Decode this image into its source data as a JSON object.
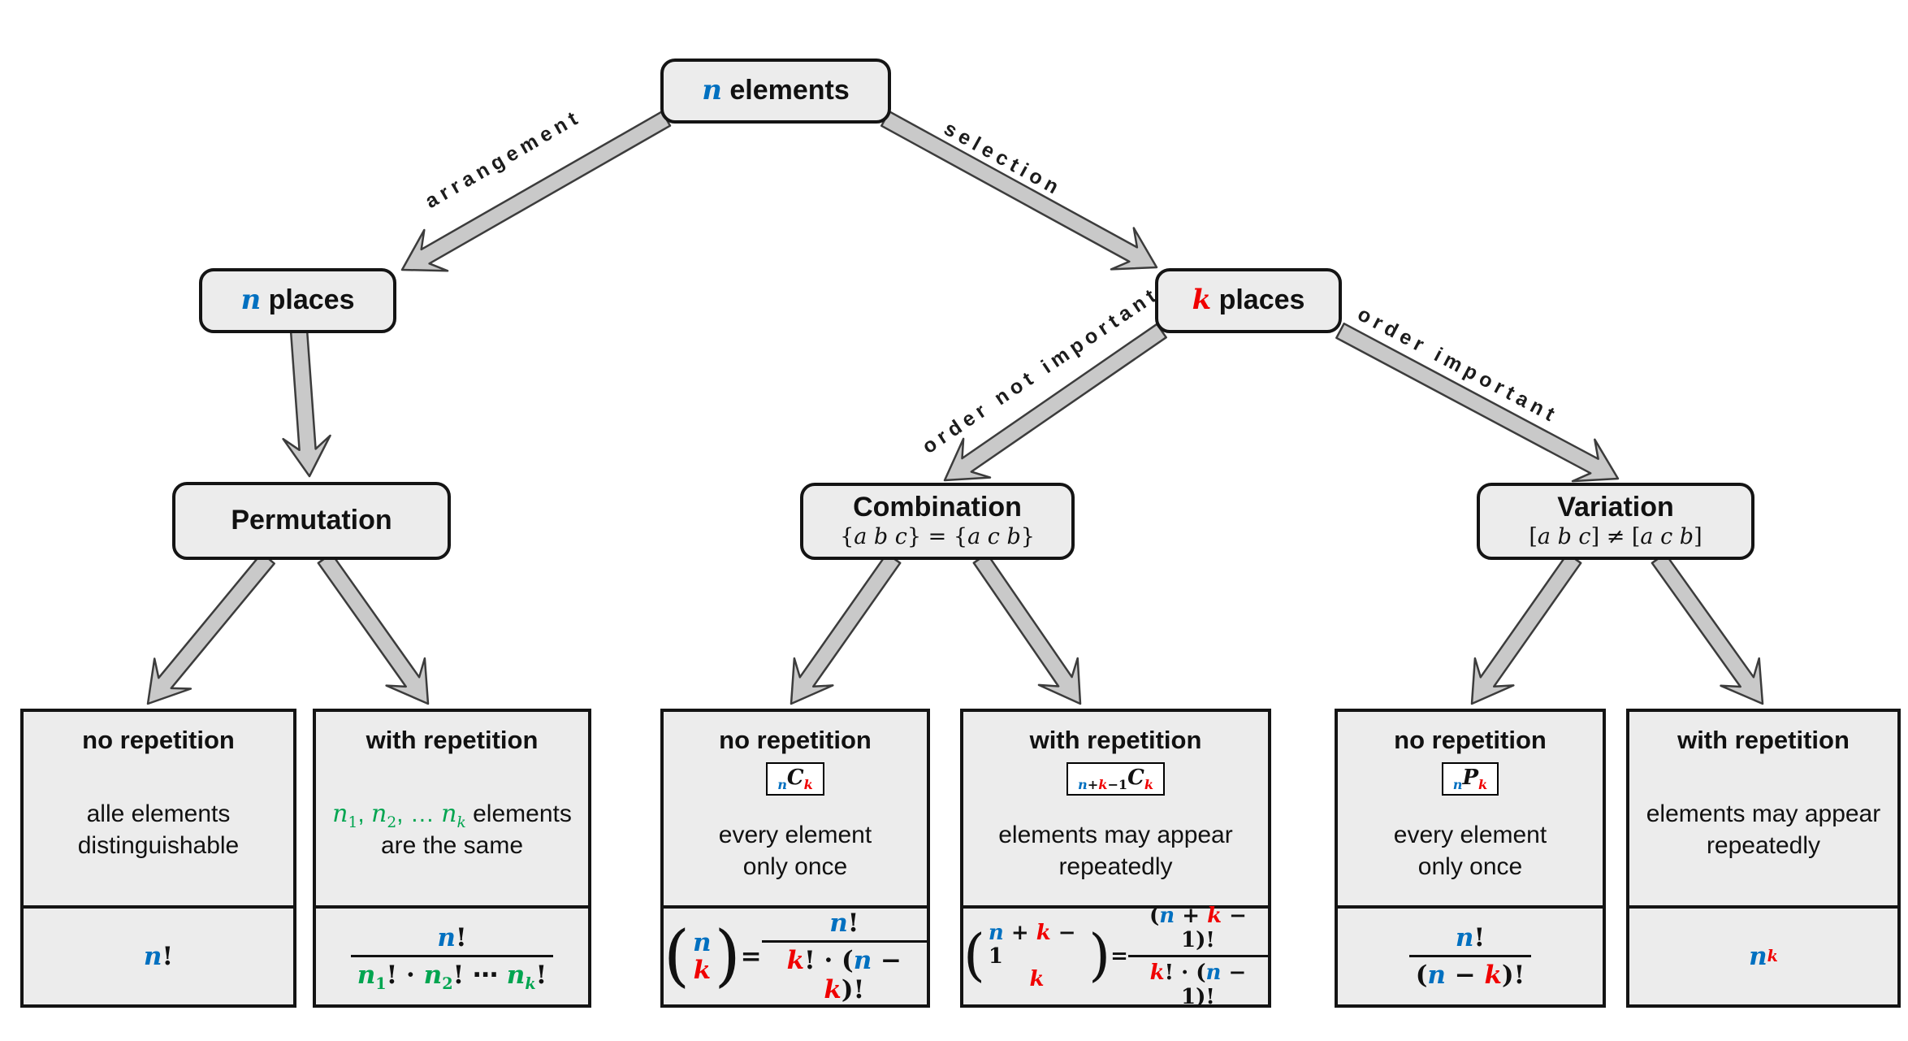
{
  "colors": {
    "n_blue": "#0070C0",
    "k_red": "#F00000",
    "group_green": "#00A550",
    "box_fill": "#ECECEC",
    "arrow_fill": "#C9C9C9",
    "border": "#141414"
  },
  "nodes": {
    "root": {
      "math": [
        {
          "t": "n",
          "c": "n",
          "v": true
        },
        {
          "t": " elements",
          "p": true
        }
      ]
    },
    "n_places": {
      "math": [
        {
          "t": "n",
          "c": "n",
          "v": true
        },
        {
          "t": " places",
          "p": true
        }
      ]
    },
    "k_places": {
      "math": [
        {
          "t": "k",
          "c": "k",
          "v": true
        },
        {
          "t": " places",
          "p": true
        }
      ]
    },
    "permutation": {
      "title": "Permutation"
    },
    "combination": {
      "title": "Combination",
      "subtitle_math": [
        {
          "t": "{"
        },
        {
          "t": "a b c",
          "v": true
        },
        {
          "t": "} = {"
        },
        {
          "t": "a c b",
          "v": true
        },
        {
          "t": "}"
        }
      ]
    },
    "variation": {
      "title": "Variation",
      "subtitle_math": [
        {
          "t": "["
        },
        {
          "t": "a b c",
          "v": true
        },
        {
          "t": "] ≠ ["
        },
        {
          "t": "a c b",
          "v": true
        },
        {
          "t": "]"
        }
      ]
    }
  },
  "edge_labels": {
    "arrangement": "arrangement",
    "selection": "selection",
    "order_not_important": "order not important",
    "order_important": "order important"
  },
  "leaves": [
    {
      "title": "no repetition",
      "desc": [
        {
          "t": "alle elements",
          "p": true
        },
        {
          "br": true
        },
        {
          "t": "distinguishable",
          "p": true
        }
      ],
      "formula": [
        {
          "t": "n",
          "c": "n",
          "v": true
        },
        {
          "t": "!"
        }
      ]
    },
    {
      "title": "with repetition",
      "desc": [
        {
          "t": "n",
          "c": "g",
          "v": true
        },
        {
          "sub": [
            {
              "t": "1",
              "c": "g"
            }
          ]
        },
        {
          "t": ", ",
          "c": "g"
        },
        {
          "t": "n",
          "c": "g",
          "v": true
        },
        {
          "sub": [
            {
              "t": "2",
              "c": "g"
            }
          ]
        },
        {
          "t": ", … ",
          "c": "g"
        },
        {
          "t": "n",
          "c": "g",
          "v": true
        },
        {
          "sub": [
            {
              "t": "k",
              "c": "g",
              "v": true
            }
          ]
        },
        {
          "t": " elements",
          "p": true
        },
        {
          "br": true
        },
        {
          "t": "are the same",
          "p": true
        }
      ],
      "formula": [
        {
          "frac": {
            "num": [
              {
                "t": "n",
                "c": "n",
                "v": true
              },
              {
                "t": "!"
              }
            ],
            "den": [
              {
                "t": "n",
                "c": "g",
                "v": true
              },
              {
                "sub": [
                  {
                    "t": "1",
                    "c": "g"
                  }
                ]
              },
              {
                "t": "! · "
              },
              {
                "t": "n",
                "c": "g",
                "v": true
              },
              {
                "sub": [
                  {
                    "t": "2",
                    "c": "g"
                  }
                ]
              },
              {
                "t": "! ⋯ "
              },
              {
                "t": "n",
                "c": "g",
                "v": true
              },
              {
                "sub": [
                  {
                    "t": "k",
                    "c": "g",
                    "v": true
                  }
                ]
              },
              {
                "t": "!"
              }
            ]
          }
        }
      ]
    },
    {
      "title": "no repetition",
      "badge": [
        {
          "sub": [
            {
              "t": "n",
              "c": "n",
              "v": true
            }
          ]
        },
        {
          "t": "C",
          "v": true
        },
        {
          "sub": [
            {
              "t": "k",
              "c": "k",
              "v": true
            }
          ]
        }
      ],
      "desc": [
        {
          "t": "every element",
          "p": true
        },
        {
          "br": true
        },
        {
          "t": "only once",
          "p": true
        }
      ],
      "formula": [
        {
          "binom": {
            "top": [
              {
                "t": "n",
                "c": "n",
                "v": true
              }
            ],
            "bot": [
              {
                "t": "k",
                "c": "k",
                "v": true
              }
            ]
          }
        },
        {
          "t": " = "
        },
        {
          "frac": {
            "num": [
              {
                "t": "n",
                "c": "n",
                "v": true
              },
              {
                "t": "!"
              }
            ],
            "den": [
              {
                "t": "k",
                "c": "k",
                "v": true
              },
              {
                "t": "! · ("
              },
              {
                "t": "n",
                "c": "n",
                "v": true
              },
              {
                "t": " − "
              },
              {
                "t": "k",
                "c": "k",
                "v": true
              },
              {
                "t": ")!"
              }
            ]
          }
        }
      ]
    },
    {
      "title": "with repetition",
      "badge": [
        {
          "sub": [
            {
              "t": "n",
              "c": "n",
              "v": true
            },
            {
              "t": "+"
            },
            {
              "t": "k",
              "c": "k",
              "v": true
            },
            {
              "t": "−1"
            }
          ]
        },
        {
          "t": "C",
          "v": true
        },
        {
          "sub": [
            {
              "t": "k",
              "c": "k",
              "v": true
            }
          ]
        }
      ],
      "desc": [
        {
          "t": "elements may appear",
          "p": true
        },
        {
          "br": true
        },
        {
          "t": "repeatedly",
          "p": true
        }
      ],
      "formula": [
        {
          "binom": {
            "top": [
              {
                "t": "n",
                "c": "n",
                "v": true
              },
              {
                "t": " + "
              },
              {
                "t": "k",
                "c": "k",
                "v": true
              },
              {
                "t": " − 1"
              }
            ],
            "bot": [
              {
                "t": "k",
                "c": "k",
                "v": true
              }
            ]
          }
        },
        {
          "t": " = "
        },
        {
          "frac": {
            "num": [
              {
                "t": "("
              },
              {
                "t": "n",
                "c": "n",
                "v": true
              },
              {
                "t": " + "
              },
              {
                "t": "k",
                "c": "k",
                "v": true
              },
              {
                "t": " − 1)!"
              }
            ],
            "den": [
              {
                "t": "k",
                "c": "k",
                "v": true
              },
              {
                "t": "! · ("
              },
              {
                "t": "n",
                "c": "n",
                "v": true
              },
              {
                "t": " − 1)!"
              }
            ]
          }
        }
      ]
    },
    {
      "title": "no repetition",
      "badge": [
        {
          "sub": [
            {
              "t": "n",
              "c": "n",
              "v": true
            }
          ]
        },
        {
          "t": "P",
          "v": true
        },
        {
          "sub": [
            {
              "t": "k",
              "c": "k",
              "v": true
            }
          ]
        }
      ],
      "desc": [
        {
          "t": "every element",
          "p": true
        },
        {
          "br": true
        },
        {
          "t": "only once",
          "p": true
        }
      ],
      "formula": [
        {
          "frac": {
            "num": [
              {
                "t": "n",
                "c": "n",
                "v": true
              },
              {
                "t": "!"
              }
            ],
            "den": [
              {
                "t": "("
              },
              {
                "t": "n",
                "c": "n",
                "v": true
              },
              {
                "t": " − "
              },
              {
                "t": "k",
                "c": "k",
                "v": true
              },
              {
                "t": ")!"
              }
            ]
          }
        }
      ]
    },
    {
      "title": "with repetition",
      "desc": [
        {
          "t": "elements may appear",
          "p": true
        },
        {
          "br": true
        },
        {
          "t": "repeatedly",
          "p": true
        }
      ],
      "formula": [
        {
          "t": "n",
          "c": "n",
          "v": true
        },
        {
          "sup": [
            {
              "t": "k",
              "c": "k",
              "v": true
            }
          ]
        }
      ]
    }
  ]
}
